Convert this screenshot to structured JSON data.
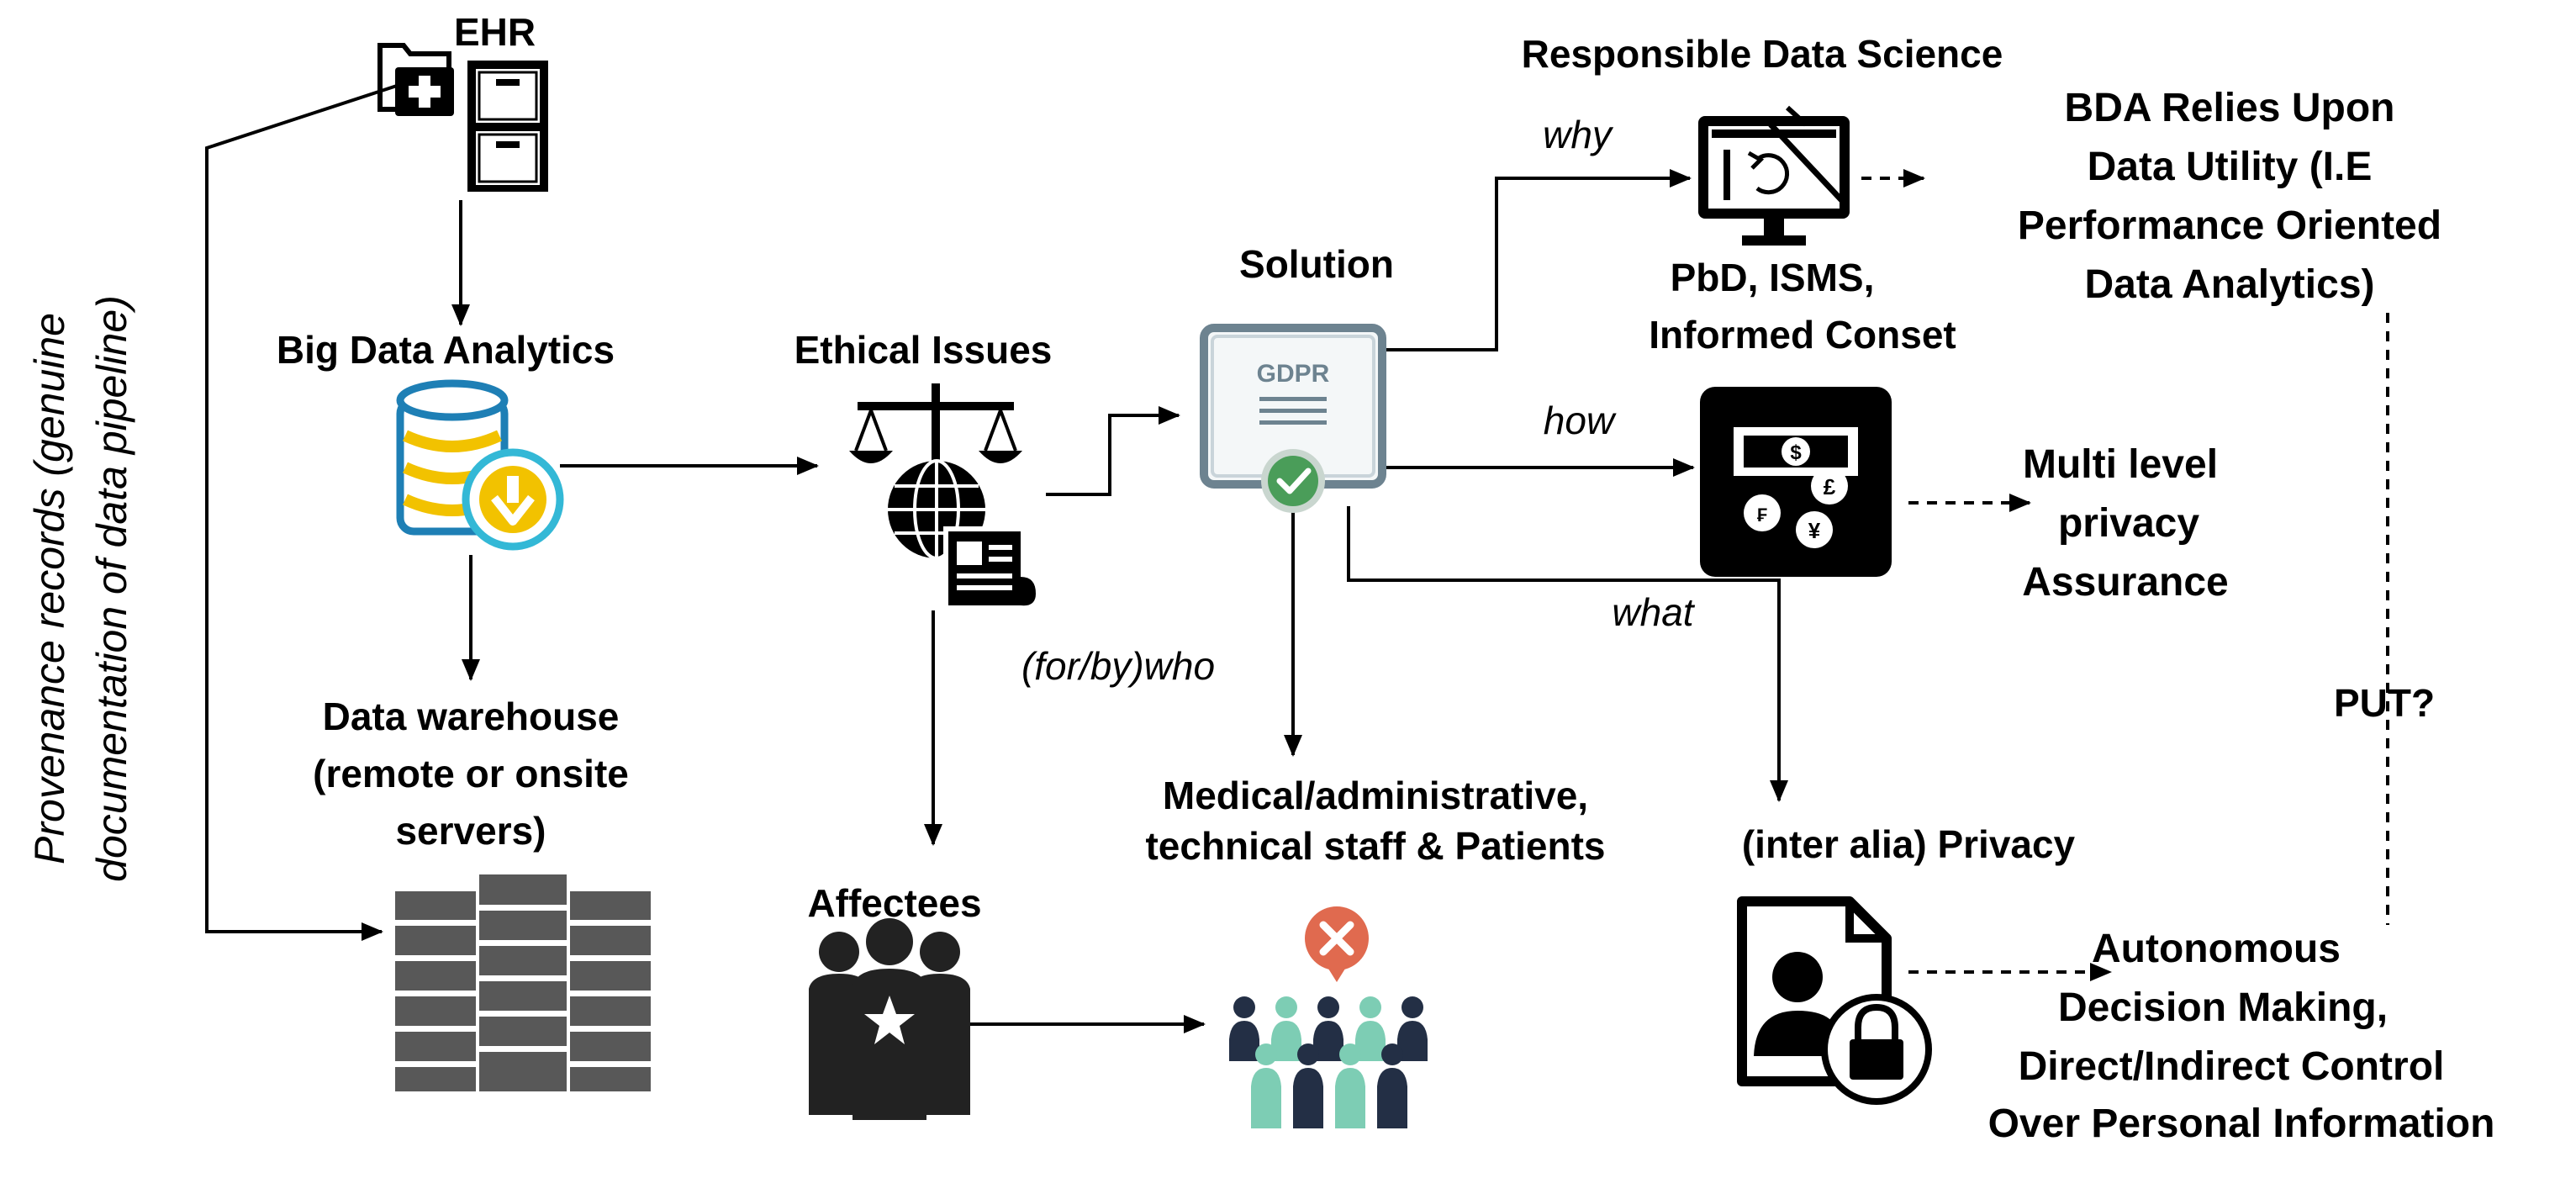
{
  "nodes": {
    "ehr": "EHR",
    "big_data_analytics": "Big Data Analytics",
    "data_warehouse": [
      "Data warehouse",
      "(remote or onsite",
      "servers)"
    ],
    "ethical_issues": "Ethical Issues",
    "solution": "Solution",
    "gdpr_badge": "GDPR",
    "affectees": "Affectees",
    "responsible_data_science": "Responsible Data Science",
    "pbd_isms": [
      "PbD, ISMS,",
      "Informed Conset"
    ],
    "bda_relies": [
      "BDA Relies Upon",
      "Data  Utility (I.E",
      "Performance Oriented",
      "Data Analytics)"
    ],
    "multi_level": [
      "Multi level",
      "privacy",
      "Assurance"
    ],
    "stakeholders": [
      "Medical/administrative,",
      "technical staff & Patients"
    ],
    "privacy": "(inter alia) Privacy",
    "put": "PUT?",
    "autonomous": [
      "Autonomous",
      "Decision  Making,",
      "Direct/Indirect Control",
      "Over  Personal Information"
    ],
    "provenance": [
      "Provenance records (genuine",
      "documentation of data pipeline)"
    ]
  },
  "edge_labels": {
    "why": "why",
    "how": "how",
    "what": "what",
    "who": "(for/by)who"
  },
  "icons": [
    "folder-medical-icon",
    "file-cabinet-icon",
    "database-download-icon",
    "server-rack-icon",
    "scales-globe-icon",
    "gdpr-document-icon",
    "monitor-design-icon",
    "currency-exchange-icon",
    "business-people-icon",
    "people-group-rejected-icon",
    "locked-document-icon"
  ],
  "colors": {
    "db_blue": "#1e7fb5",
    "db_yellow": "#f2c200",
    "db_cyan": "#33b8d6",
    "gdpr_grey": "#6d8390",
    "gdpr_green": "#4a9d59",
    "reject_red": "#e06a4f",
    "people_navy": "#232f45",
    "people_teal": "#7dcdb4",
    "server_grey": "#585858"
  }
}
